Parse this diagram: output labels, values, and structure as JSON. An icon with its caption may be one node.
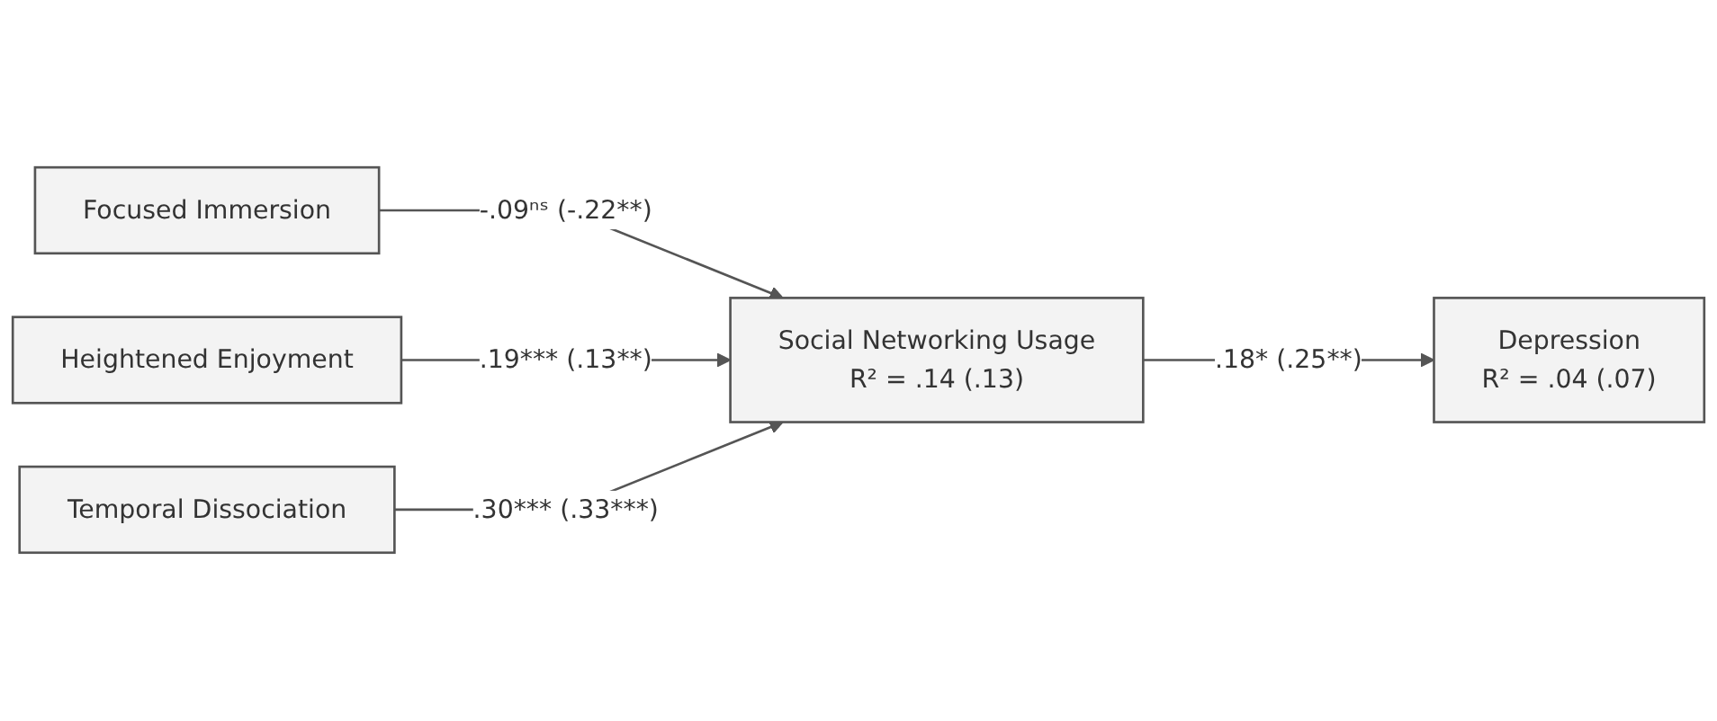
{
  "diagram": {
    "nodes": [
      {
        "text": [
          "Focused Immersion"
        ]
      },
      {
        "text": [
          "Heightened Enjoyment"
        ]
      },
      {
        "text": [
          "Temporal Dissociation"
        ]
      },
      {
        "text": [
          "Social Networking Usage",
          "R² = .14 (.13)"
        ]
      },
      {
        "text": [
          "Depression",
          "R² = .04 (.07)"
        ]
      }
    ],
    "edges": [
      {
        "from": 0,
        "to": 3,
        "arrow": "to",
        "label": "-.09ⁿˢ (-.22**)"
      },
      {
        "from": 1,
        "to": 3,
        "arrow": "to",
        "label": ".19*** (.13**)"
      },
      {
        "from": 2,
        "to": 3,
        "arrow": "to",
        "label": ".30*** (.33***)"
      },
      {
        "from": 3,
        "to": 4,
        "arrow": "to",
        "label": ".18* (.25**)"
      }
    ]
  }
}
